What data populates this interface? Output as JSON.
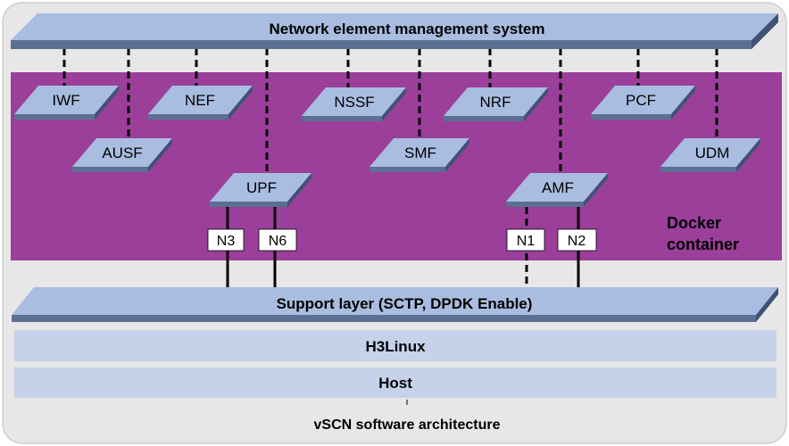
{
  "nms": {
    "label": "Network element management system"
  },
  "network_functions": [
    {
      "id": "iwf",
      "label": "IWF"
    },
    {
      "id": "nef",
      "label": "NEF"
    },
    {
      "id": "nssf",
      "label": "NSSF"
    },
    {
      "id": "nrf",
      "label": "NRF"
    },
    {
      "id": "pcf",
      "label": "PCF"
    },
    {
      "id": "ausf",
      "label": "AUSF"
    },
    {
      "id": "smf",
      "label": "SMF"
    },
    {
      "id": "udm",
      "label": "UDM"
    },
    {
      "id": "upf",
      "label": "UPF"
    },
    {
      "id": "amf",
      "label": "AMF"
    }
  ],
  "interfaces": [
    {
      "id": "n3",
      "label": "N3",
      "link": "solid"
    },
    {
      "id": "n6",
      "label": "N6",
      "link": "solid"
    },
    {
      "id": "n1",
      "label": "N1",
      "link": "dashed"
    },
    {
      "id": "n2",
      "label": "N2",
      "link": "solid"
    }
  ],
  "docker": {
    "line1": "Docker",
    "line2": "container"
  },
  "support_layer": {
    "label": "Support layer (SCTP, DPDK Enable)"
  },
  "os_layer": {
    "label": "H3Linux"
  },
  "host_layer": {
    "label": "Host"
  },
  "caption": "vSCN software architecture",
  "colors": {
    "purple": "#9b3f9b",
    "plate_top": "#a9bde0",
    "plate_side": "#5b6f93",
    "layer_fill": "#c5d2ea",
    "background": "#e7e7e7"
  }
}
